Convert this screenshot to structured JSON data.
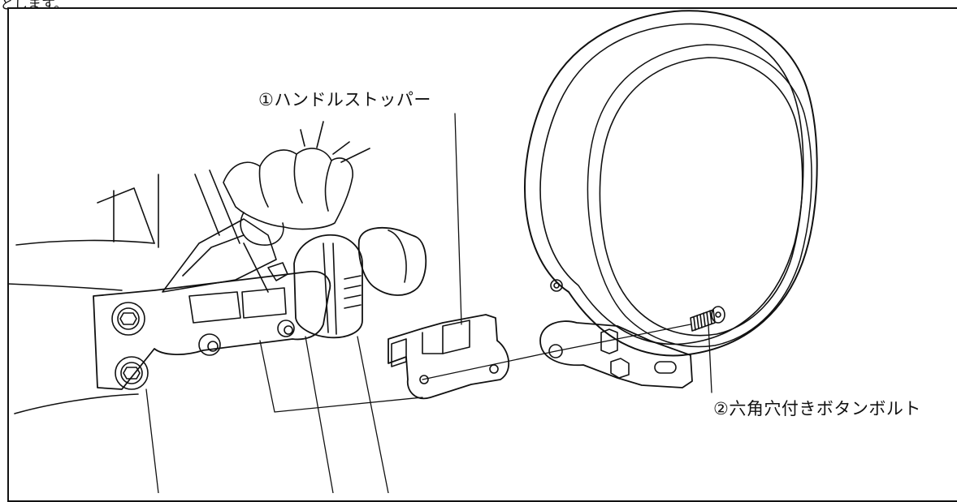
{
  "caption": "とします。",
  "labels": {
    "part1": "①ハンドルストッパー",
    "part2": "②六角穴付きボタンボルト"
  }
}
